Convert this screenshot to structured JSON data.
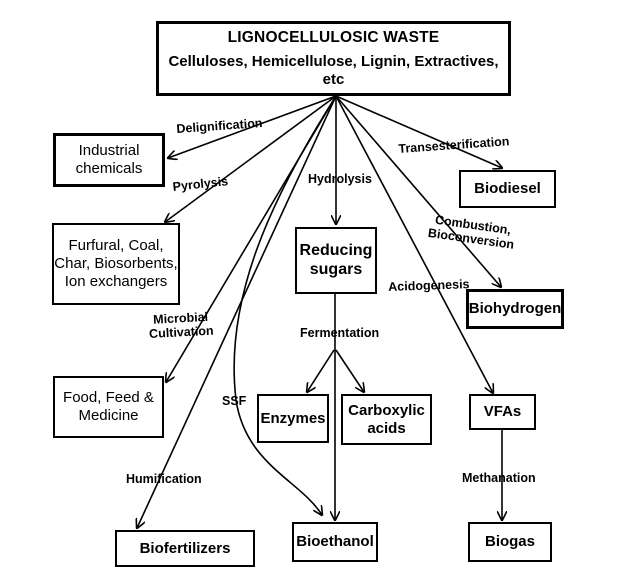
{
  "root": {
    "title": "LIGNOCELLULOSIC WASTE",
    "subtitle": "Celluloses, Hemicellulose, Lignin, Extractives, etc"
  },
  "boxes": {
    "industrial_chemicals": "Industrial\nchemicals",
    "furfural": "Furfural, Coal,\nChar, Biosorbents,\nIon exchangers",
    "food_feed": "Food, Feed &\nMedicine",
    "biofertilizers": "Biofertilizers",
    "reducing_sugars": "Reducing\nsugars",
    "enzymes": "Enzymes",
    "carboxylic_acids": "Carboxylic\nacids",
    "bioethanol": "Bioethanol",
    "biodiesel": "Biodiesel",
    "biohydrogen": "Biohydrogen",
    "vfas": "VFAs",
    "biogas": "Biogas"
  },
  "processes": {
    "delignification": "Delignification",
    "pyrolysis": "Pyrolysis",
    "microbial_cultivation": "Microbial\nCultivation",
    "humification": "Humification",
    "ssf": "SSF",
    "hydrolysis": "Hydrolysis",
    "fermentation": "Fermentation",
    "transesterification": "Transesterification",
    "combustion": "Combustion,\nBioconversion",
    "acidogenesis": "Acidogenesis",
    "methanation": "Methanation"
  }
}
